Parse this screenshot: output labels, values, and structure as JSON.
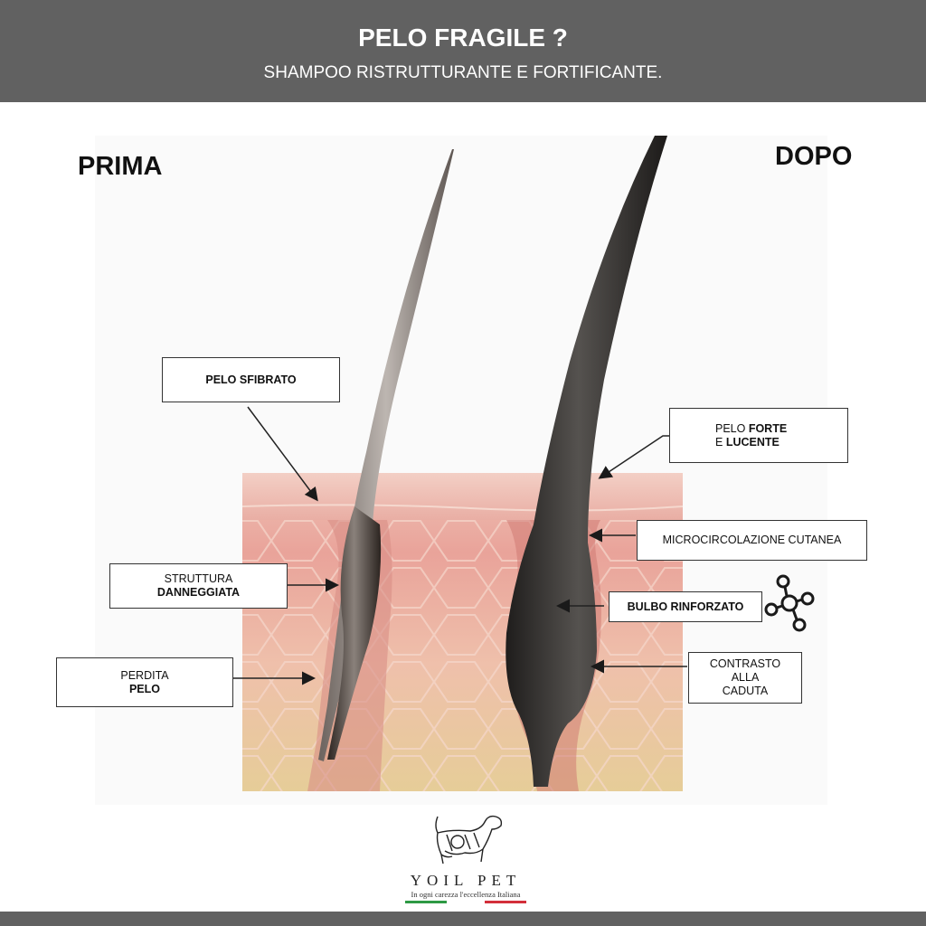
{
  "header": {
    "title": "PELO FRAGILE ?",
    "subtitle": "SHAMPOO RISTRUTTURANTE E FORTIFICANTE."
  },
  "comparison": {
    "before_label": "PRIMA",
    "after_label": "DOPO"
  },
  "callouts_before": [
    {
      "line1": "PELO SFIBRATO",
      "line1_bold": true,
      "line2": ""
    },
    {
      "line1": "STRUTTURA",
      "line2": "DANNEGGIATA"
    },
    {
      "line1": "PERDITA",
      "line2": "PELO"
    }
  ],
  "callouts_after": [
    {
      "line1_normal": "PELO ",
      "line1_bold": "FORTE",
      "line2_normal": "E ",
      "line2_bold": "LUCENTE"
    },
    {
      "line1": "MICROCIRCOLAZIONE CUTANEA"
    },
    {
      "line1": "BULBO RINFORZATO"
    },
    {
      "line1": "CONTRASTO",
      "line2": "ALLA",
      "line3": "CADUTA"
    }
  ],
  "icons": {
    "molecule": "molecule-icon"
  },
  "logo": {
    "brand": "YOIL PET",
    "tagline": "In ogni carezza l'eccellenza Italiana",
    "flag_colors": [
      "#2e9a44",
      "#d32f3a"
    ]
  },
  "colors": {
    "bar": "#616161",
    "skin_top": "#ecb3a8",
    "skin_bottom": "#e9cfa0",
    "hair_dark": "#2c2a28"
  }
}
